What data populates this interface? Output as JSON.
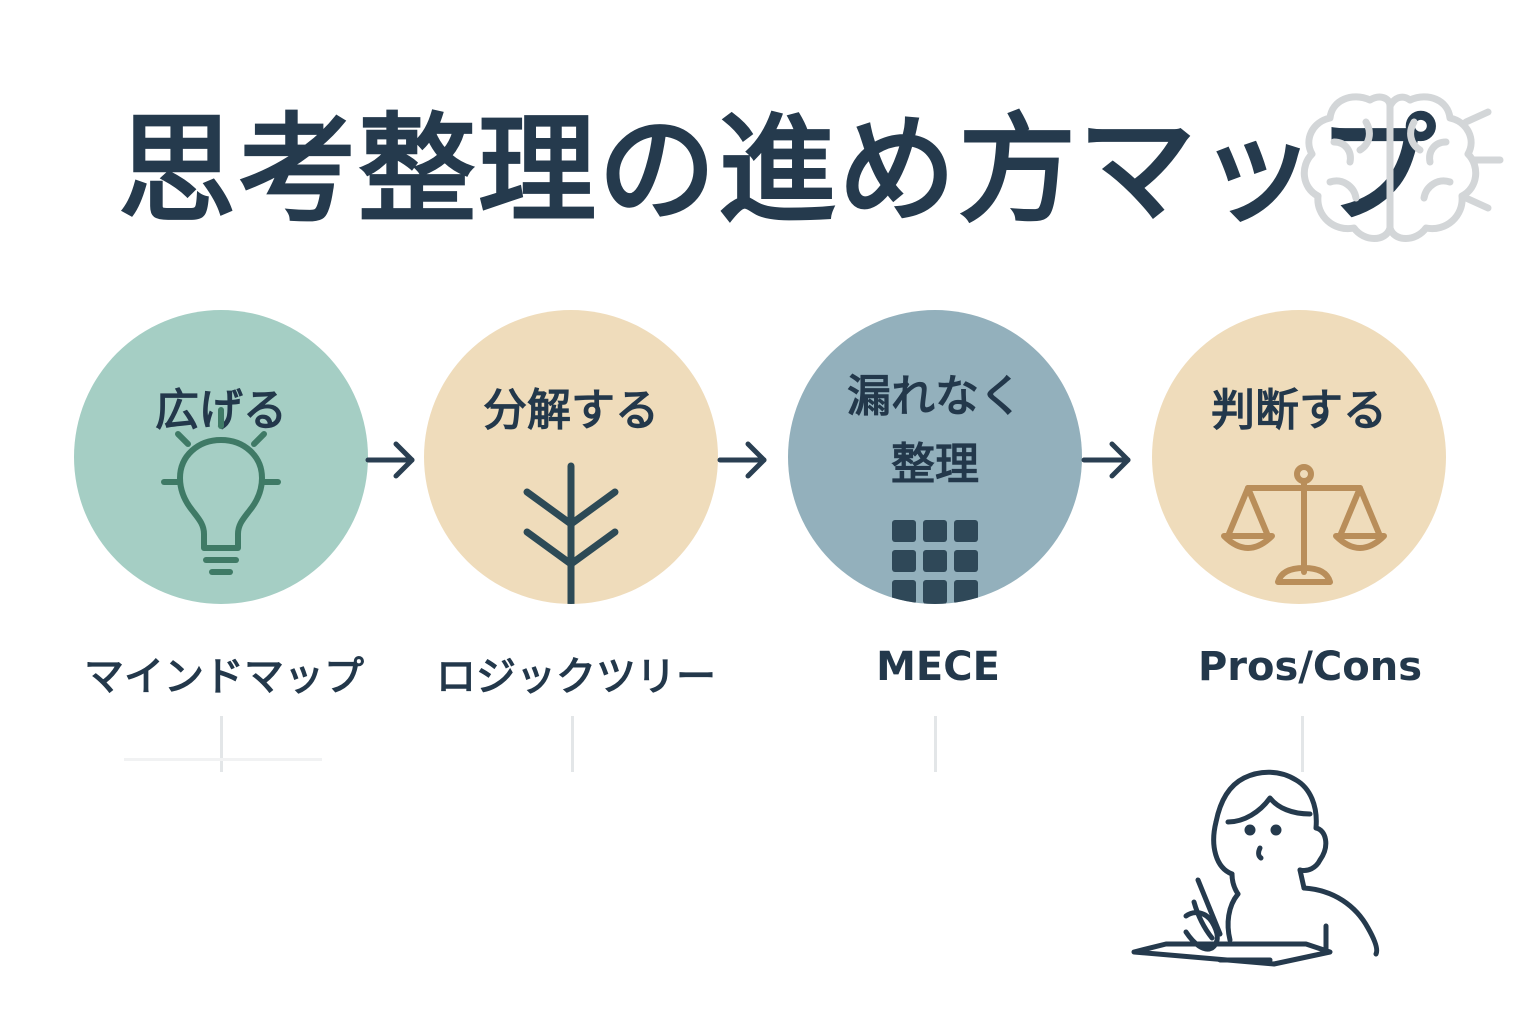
{
  "title": "思考整理の進め方マップ",
  "steps": [
    {
      "label_lines": [
        "広げる"
      ],
      "method": "マインドマップ",
      "color": "#a5cec4",
      "icon": "lightbulb-icon"
    },
    {
      "label_lines": [
        "分解する"
      ],
      "method": "ロジックツリー",
      "color": "#efdcbb",
      "icon": "tree-icon"
    },
    {
      "label_lines": [
        "漏れなく",
        "整理"
      ],
      "method": "MECE",
      "color": "#93b0bc",
      "icon": "grid-icon"
    },
    {
      "label_lines": [
        "判断する"
      ],
      "method": "Pros/Cons",
      "color": "#efdcbb",
      "icon": "scale-icon"
    }
  ],
  "colors": {
    "title": "#253a4d",
    "dark": "#2d4a56",
    "lightbulb": "#3f7a66",
    "scale": "#b98e5a",
    "grid": "#2f4858",
    "brain": "#d3d6d8"
  },
  "icons": {
    "header": "brain-icon",
    "arrows": "arrow-right-icon",
    "illustration": "person-writing-icon"
  }
}
